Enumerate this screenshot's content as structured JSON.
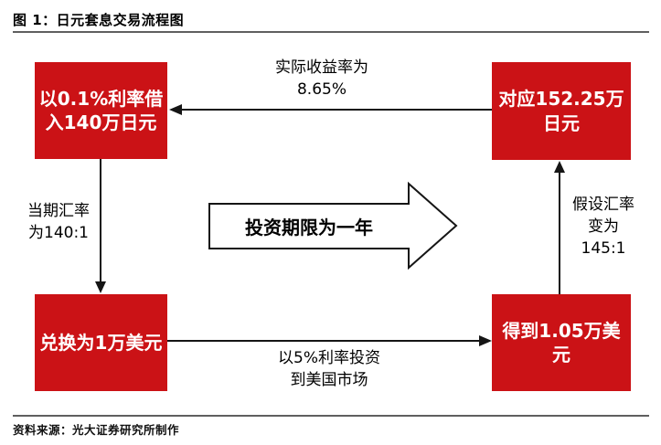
{
  "title": "图 1：日元套息交易流程图",
  "source": "资料来源：光大证券研究所制作",
  "colors": {
    "box_red": "#CB1216",
    "arrow_black": "#151515",
    "rule_gray": "#5f5f5f"
  },
  "boxes": {
    "top_left": "以0.1%利率借\n入140万日元",
    "top_right": "对应152.25万\n日元",
    "bottom_left": "兑换为1万美元",
    "bottom_right": "得到1.05万美\n元"
  },
  "labels": {
    "top": "实际收益率为\n8.65%",
    "left": "当期汇率\n为140:1",
    "right": "假设汇率\n变为\n145:1",
    "bottom": "以5%利率投资\n到美国市场",
    "center": "投资期限为一年"
  },
  "connections": [
    {
      "from": "top_left",
      "to": "bottom_left",
      "label": "当期汇率为140:1"
    },
    {
      "from": "bottom_left",
      "to": "bottom_right",
      "label": "以5%利率投资到美国市场"
    },
    {
      "from": "bottom_right",
      "to": "top_right",
      "label": "假设汇率变为145:1"
    },
    {
      "from": "top_right",
      "to": "top_left",
      "label": "实际收益率为8.65%"
    }
  ]
}
